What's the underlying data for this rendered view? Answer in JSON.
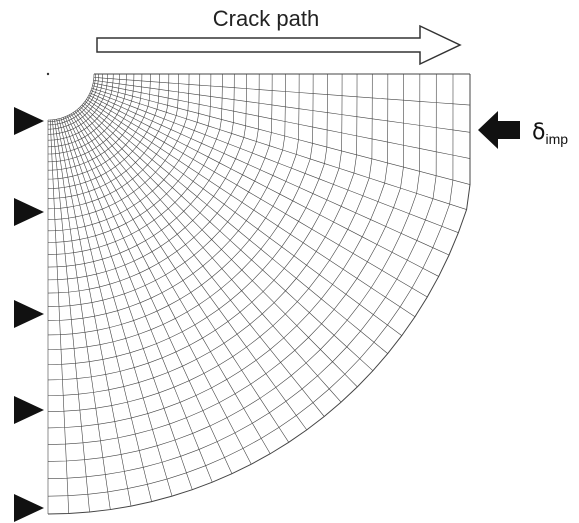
{
  "figure": {
    "crack_label": "Crack path",
    "load_symbol": "δ",
    "load_subscript": "imp",
    "colors": {
      "mesh": "#444444",
      "arrow_fill": "#111111",
      "crack_arrow_stroke": "#333333",
      "support_fill": "#111111"
    },
    "icons": {
      "supports": "triangle-right",
      "load": "block-arrow-left",
      "crack_path": "hollow-arrow-right"
    }
  }
}
